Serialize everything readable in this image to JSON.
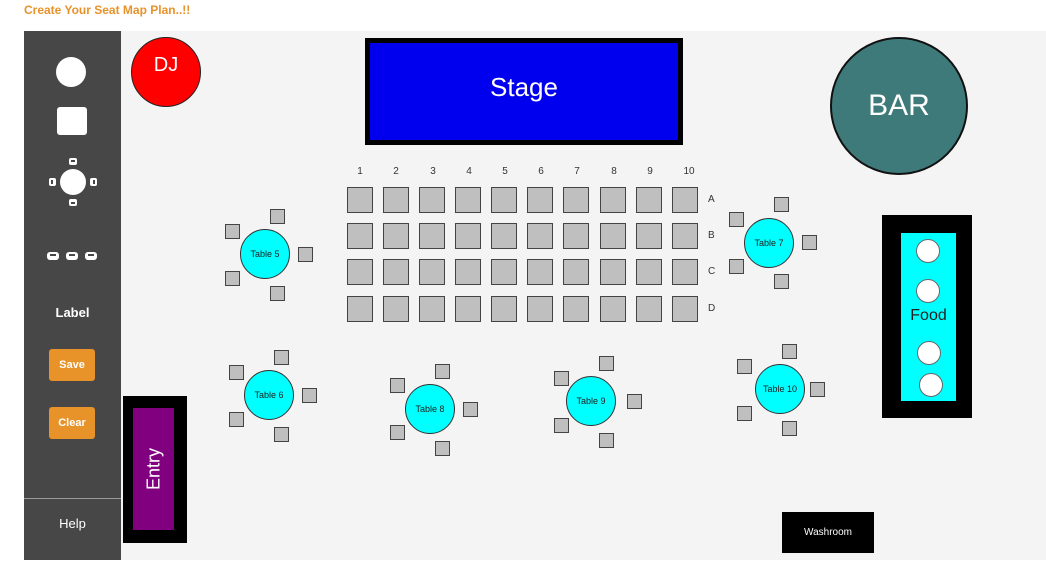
{
  "page_title": "Create Your Seat Map Plan..!!",
  "toolbar": {
    "tools": [
      "circle-shape",
      "square-shape",
      "round-table-with-chairs",
      "chair-row"
    ],
    "label": "Label",
    "save": "Save",
    "clear": "Clear",
    "help": "Help"
  },
  "canvas": {
    "dj": "DJ",
    "stage": "Stage",
    "bar": "BAR",
    "food": "Food",
    "entry": "Entry",
    "washroom": "Washroom",
    "seating": {
      "columns": [
        "1",
        "2",
        "3",
        "4",
        "5",
        "6",
        "7",
        "8",
        "9",
        "10"
      ],
      "rows": [
        "A",
        "B",
        "C",
        "D"
      ]
    },
    "tables": [
      "Table 5",
      "Table 6",
      "Table 7",
      "Table 8",
      "Table 9",
      "Table 10"
    ]
  },
  "colors": {
    "accent": "#e8922a",
    "toolbar": "#474747",
    "dj": "#ff0000",
    "stage": "#0000ee",
    "bar": "#3f7a7a",
    "table": "#00ffff",
    "entry": "#800080"
  }
}
